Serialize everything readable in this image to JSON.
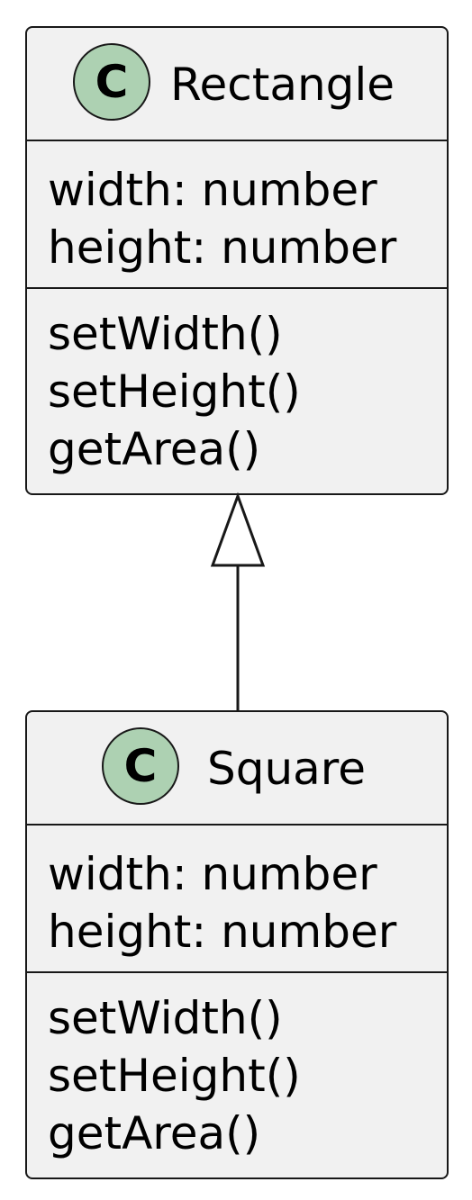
{
  "classes": [
    {
      "id": "rectangle",
      "stereotype": "C",
      "name": "Rectangle",
      "attributes": [
        "width: number",
        "height: number"
      ],
      "methods": [
        "setWidth()",
        "setHeight()",
        "getArea()"
      ]
    },
    {
      "id": "square",
      "stereotype": "C",
      "name": "Square",
      "attributes": [
        "width: number",
        "height: number"
      ],
      "methods": [
        "setWidth()",
        "setHeight()",
        "getArea()"
      ]
    }
  ],
  "relations": [
    {
      "type": "inheritance",
      "from": "Square",
      "to": "Rectangle"
    }
  ],
  "colors": {
    "box_fill": "#f1f1f1",
    "border": "#181818",
    "stereotype_circle": "#add1b2",
    "text": "#000000"
  }
}
